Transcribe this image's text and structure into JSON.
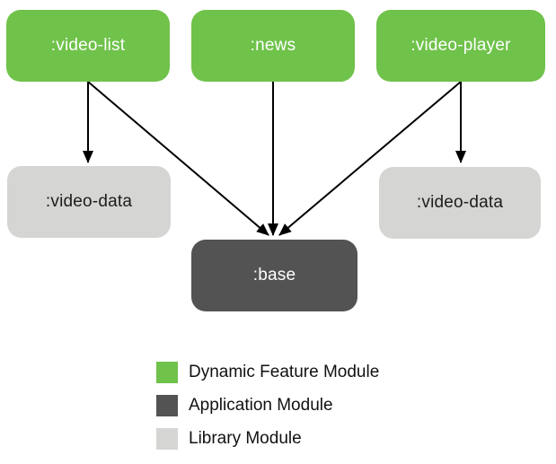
{
  "colors": {
    "dynamic_feature_module": "#6FC24A",
    "application_module": "#535353",
    "library_module": "#D5D5D3",
    "arrow": "#000000",
    "background": "#FFFFFF"
  },
  "nodes": {
    "video_list": {
      "label": ":video-list",
      "type": "dynamic-feature-module"
    },
    "news": {
      "label": ":news",
      "type": "dynamic-feature-module"
    },
    "video_player": {
      "label": ":video-player",
      "type": "dynamic-feature-module"
    },
    "video_data_left": {
      "label": ":video-data",
      "type": "library-module"
    },
    "video_data_right": {
      "label": ":video-data",
      "type": "library-module"
    },
    "base": {
      "label": ":base",
      "type": "application-module"
    }
  },
  "edges": [
    {
      "from": ":video-list",
      "to": ":video-data"
    },
    {
      "from": ":video-list",
      "to": ":base"
    },
    {
      "from": ":news",
      "to": ":base"
    },
    {
      "from": ":video-player",
      "to": ":base"
    },
    {
      "from": ":video-player",
      "to": ":video-data"
    }
  ],
  "legend": {
    "items": [
      {
        "label": "Dynamic Feature Module",
        "color": "#6FC24A"
      },
      {
        "label": "Application Module",
        "color": "#535353"
      },
      {
        "label": "Library Module",
        "color": "#D5D5D3"
      }
    ]
  }
}
